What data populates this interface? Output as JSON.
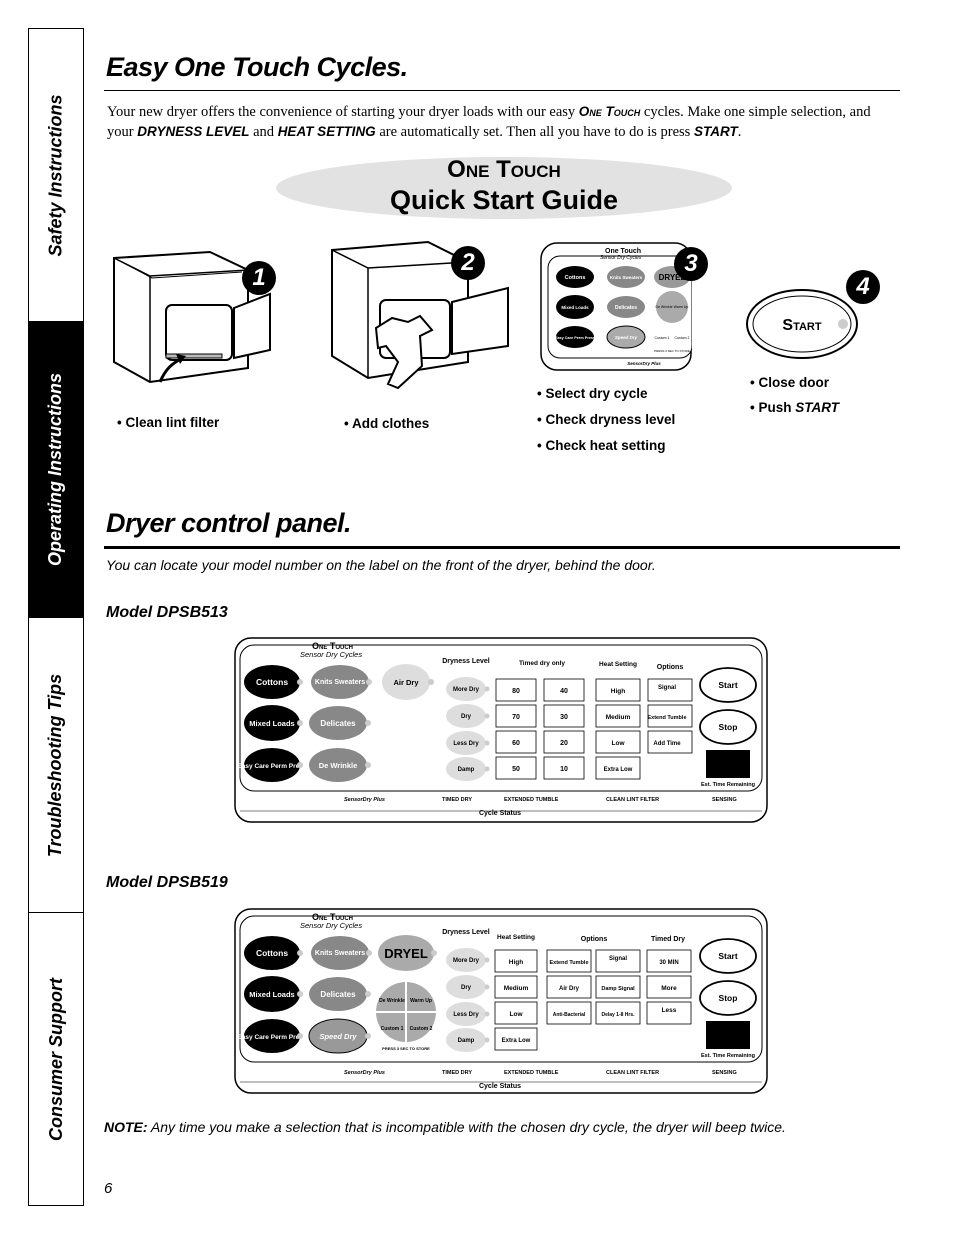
{
  "sidebar": {
    "tabs": [
      {
        "label": "Safety Instructions",
        "active": false
      },
      {
        "label": "Operating Instructions",
        "active": true
      },
      {
        "label": "Troubleshooting Tips",
        "active": false
      },
      {
        "label": "Consumer Support",
        "active": false
      }
    ]
  },
  "page_number": "6",
  "section1": {
    "title": "Easy One Touch Cycles.",
    "intro": {
      "p1": "Your new dryer offers the convenience of starting your dryer loads with our easy ",
      "one_touch": "One Touch",
      "p2": " cycles. Make one simple selection, and your ",
      "dryness": "DRYNESS LEVEL",
      "p3": " and ",
      "heat": "HEAT SETTING",
      "p4": " are automatically set. Then all you have to do is press ",
      "start": "START",
      "p5": "."
    }
  },
  "quick_start": {
    "title_line1": "One Touch",
    "title_line2": "Quick Start Guide",
    "steps": [
      {
        "number": "1",
        "bullets": [
          "• Clean lint filter"
        ]
      },
      {
        "number": "2",
        "bullets": [
          "• Add clothes"
        ]
      },
      {
        "number": "3",
        "bullets": [
          "• Select dry cycle",
          "• Check dryness level",
          "• Check heat setting"
        ]
      },
      {
        "number": "4",
        "bullets": [
          "• Close door",
          "• Push "
        ],
        "emphasis": "START"
      }
    ],
    "mini_panel": {
      "title": "One Touch",
      "subtitle": "Sensor Dry Cycles",
      "buttons": [
        "Cottons",
        "Knits Sweaters",
        "Mixed Loads",
        "Delicates",
        "De Wrinkle",
        "Warm Up",
        "Easy Care Perm Press",
        "Speed Dry",
        "Custom 1",
        "Custom 2"
      ],
      "dryel": "DRYEL",
      "press_note": "PRESS 3 SEC TO STORE",
      "sensordry": "SensorDry Plus"
    },
    "start_button": "Start"
  },
  "section2": {
    "title": "Dryer control panel.",
    "subtitle": "You can locate your model number on the label on the front of the dryer, behind the door."
  },
  "model1": {
    "label": "Model DPSB513",
    "one_touch": "One Touch",
    "sensor": "Sensor Dry Cycles",
    "cycles": [
      "Cottons",
      "Knits Sweaters",
      "Air Dry",
      "Mixed Loads",
      "Delicates",
      "Easy Care Perm Press",
      "De Wrinkle"
    ],
    "dryness_header": "Dryness Level",
    "dryness": [
      "More Dry",
      "Dry",
      "Less Dry",
      "Damp"
    ],
    "timed_header": "Timed dry only",
    "timed": [
      "80",
      "40",
      "70",
      "30",
      "60",
      "20",
      "50",
      "10"
    ],
    "heat_header": "Heat Setting",
    "heat": [
      "High",
      "Medium",
      "Low",
      "Extra Low"
    ],
    "options_header": "Options",
    "options": [
      "Signal",
      "Extend Tumble",
      "Add Time"
    ],
    "start": "Start",
    "stop": "Stop",
    "est_time": "Est. Time Remaining",
    "status": [
      "SensorDry Plus",
      "TIMED DRY",
      "EXTENDED TUMBLE",
      "CLEAN LINT FILTER",
      "SENSING"
    ],
    "cycle_status": "Cycle Status"
  },
  "model2": {
    "label": "Model DPSB519",
    "one_touch": "One Touch",
    "sensor": "Sensor Dry Cycles",
    "cycles": [
      "Cottons",
      "Knits Sweaters",
      "Mixed Loads",
      "Delicates",
      "Easy Care Perm Press",
      "Speed Dry"
    ],
    "dryel": "DRYEL",
    "wheel": [
      "De Wrinkle",
      "Warm Up",
      "Custom 1",
      "Custom 2"
    ],
    "press_note": "PRESS 3 SEC TO STORE",
    "dryness_header": "Dryness Level",
    "dryness": [
      "More Dry",
      "Dry",
      "Less Dry",
      "Damp"
    ],
    "heat_header": "Heat Setting",
    "heat": [
      "High",
      "Medium",
      "Low",
      "Extra Low"
    ],
    "options_header": "Options",
    "options": [
      "Extend Tumble",
      "Signal",
      "Air Dry",
      "Damp Signal",
      "Anti-Bacterial",
      "Delay 1-8 Hrs."
    ],
    "timed_header": "Timed Dry",
    "timed": [
      "30 MIN",
      "More",
      "Less"
    ],
    "start": "Start",
    "stop": "Stop",
    "est_time": "Est. Time Remaining",
    "status": [
      "SensorDry Plus",
      "TIMED DRY",
      "EXTENDED TUMBLE",
      "CLEAN LINT FILTER",
      "SENSING"
    ],
    "cycle_status": "Cycle Status"
  },
  "note": {
    "label": "NOTE:",
    "text": " Any time you make a selection that is incompatible with the chosen dry cycle, the dryer will beep twice."
  }
}
